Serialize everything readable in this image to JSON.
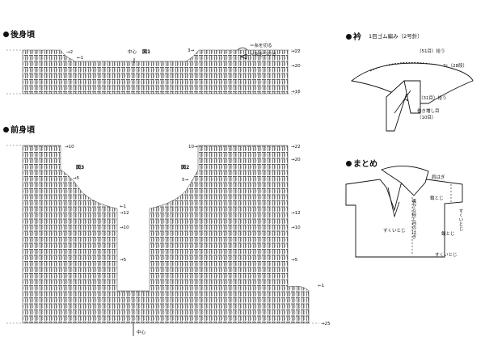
{
  "headers": {
    "back": "後身頃",
    "front": "前身頃",
    "collar": "衿",
    "finishing": "まとめ"
  },
  "legend": {
    "cut_yarn": "＝糸を切る",
    "attach_yarn": "＝糸をつける"
  },
  "back_panel": {
    "center_label": "中心",
    "diagram_label": "図1",
    "left_marks": [
      "→2",
      "←1"
    ],
    "right_marks": [
      "3→",
      "→22",
      "→20",
      "→16"
    ]
  },
  "front_panel": {
    "center_label": "中心",
    "diagram_left": "図3",
    "diagram_right": "図2",
    "left_marks": [
      "→10",
      "→5",
      "←1",
      "→12",
      "→10",
      "→5"
    ],
    "right_marks": [
      "10→",
      "→22",
      "→20",
      "5→",
      "→12",
      "→10",
      "→5",
      "←1",
      "→25"
    ]
  },
  "collar_notes": {
    "title_note": "1目ゴム編み（2号針）",
    "pick_up_top": "（51目）拾う",
    "width": "7c（28段）",
    "pick_up_bottom": "（31目）拾う",
    "wrap": "巻き増し目",
    "wrap_count": "（10目）"
  },
  "finishing_notes": {
    "shoulder_join": "肩はぎ",
    "side_join": "裏から段と目のはぎ",
    "chain_right": "鎖とじ",
    "chain_left": "鎖とじ",
    "slip_stitch_left": "すくいとじ",
    "slip_stitch_sleeve": "すくいとじ",
    "slip_stitch_bottom": "すくいとじ"
  }
}
